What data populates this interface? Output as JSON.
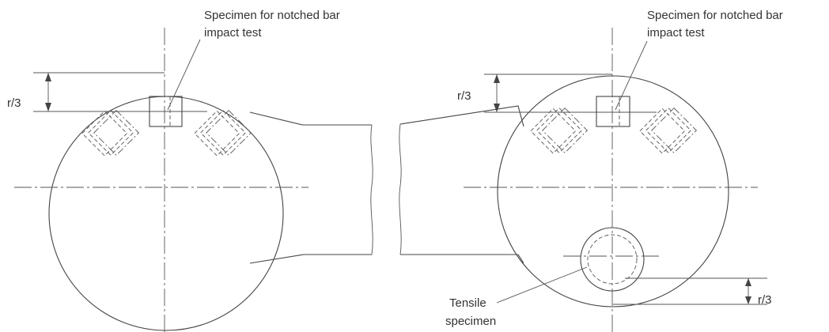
{
  "left_view": {
    "notched_bar_label_line1": "Specimen for notched bar",
    "notched_bar_label_line2": "impact test",
    "dimension_label": "r/3"
  },
  "right_view": {
    "notched_bar_label_line1": "Specimen for notched bar",
    "notched_bar_label_line2": "impact test",
    "top_dimension_label": "r/3",
    "tensile_label_line1": "Tensile",
    "tensile_label_line2": "specimen",
    "bottom_dimension_label": "r/3"
  }
}
